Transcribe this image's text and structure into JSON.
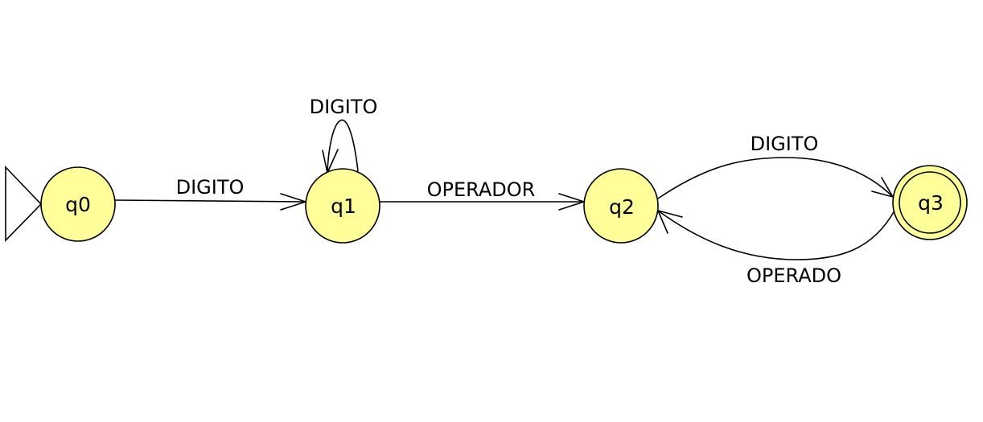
{
  "colors": {
    "state_fill": "#ffff99",
    "stroke": "#000000",
    "background": "#ffffff"
  },
  "automaton": {
    "initial_state": "q0",
    "final_states": [
      "q3"
    ],
    "states": {
      "q0": "q0",
      "q1": "q1",
      "q2": "q2",
      "q3": "q3"
    },
    "transitions": {
      "q0_q1": "DIGITO",
      "q1_q1": "DIGITO",
      "q1_q2": "OPERADOR",
      "q2_q3": "DIGITO",
      "q3_q2": "OPERADO"
    }
  }
}
